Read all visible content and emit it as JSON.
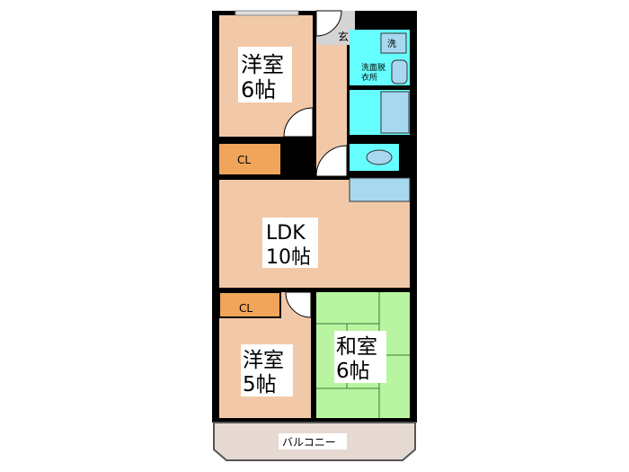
{
  "rooms": {
    "western1": {
      "name": "洋室",
      "size": "6帖"
    },
    "closet1": {
      "label": "CL"
    },
    "entrance": {
      "label": "玄"
    },
    "washer": {
      "label": "洗"
    },
    "washroom": {
      "line1": "洗面脱",
      "line2": "衣所"
    },
    "ldk": {
      "name": "LDK",
      "size": "10帖"
    },
    "closet2": {
      "label": "CL"
    },
    "western2": {
      "name": "洋室",
      "size": "5帖"
    },
    "japanese": {
      "name": "和室",
      "size": "6帖"
    },
    "balcony": {
      "label": "バルコニー"
    }
  },
  "colors": {
    "flooring": "#f2c9a8",
    "closet": "#f0a55a",
    "wet_area": "#66ffff",
    "fixture": "#a8d8f0",
    "tatami": "#b9f5a0",
    "entrance": "#d4d4d4",
    "balcony": "#e6d9d2",
    "wall": "#000000"
  }
}
